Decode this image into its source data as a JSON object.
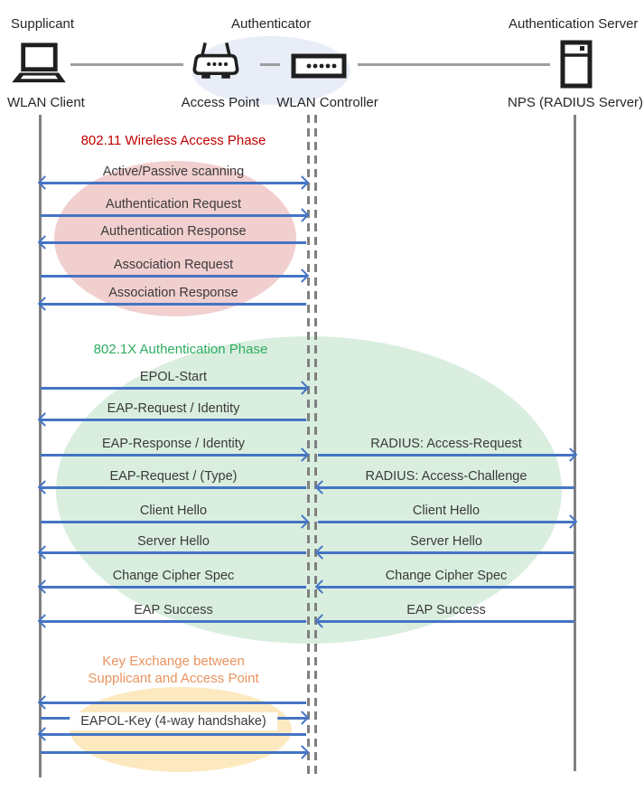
{
  "actors": {
    "supplicant_role": "Supplicant",
    "supplicant_name": "WLAN Client",
    "authenticator_role": "Authenticator",
    "access_point_name": "Access Point",
    "wlan_controller_name": "WLAN Controller",
    "server_role": "Authentication Server",
    "server_name": "NPS (RADIUS Server)"
  },
  "phases": {
    "wireless_access": {
      "title": "802.11 Wireless Access Phase",
      "color": "#C00000",
      "ellipse_color": "#F2CFCF"
    },
    "dot1x_auth": {
      "title": "802.1X Authentication Phase",
      "color": "#2EAD60",
      "ellipse_color": "#D9EEDF"
    },
    "key_exchange": {
      "title": "Key Exchange between\nSupplicant and Access Point",
      "color": "#E8935F",
      "ellipse_color": "#FCE9C0"
    }
  },
  "left_messages": [
    {
      "label": "Active/Passive scanning",
      "direction": "both"
    },
    {
      "label": "Authentication Request",
      "direction": "right"
    },
    {
      "label": "Authentication Response",
      "direction": "left"
    },
    {
      "label": "Association Request",
      "direction": "right"
    },
    {
      "label": "Association Response",
      "direction": "left"
    },
    {
      "label": "EPOL-Start",
      "direction": "right"
    },
    {
      "label": "EAP-Request / Identity",
      "direction": "left"
    },
    {
      "label": "EAP-Response / Identity",
      "direction": "right"
    },
    {
      "label": "EAP-Request / (Type)",
      "direction": "left"
    },
    {
      "label": "Client Hello",
      "direction": "right"
    },
    {
      "label": "Server Hello",
      "direction": "left"
    },
    {
      "label": "Change Cipher Spec",
      "direction": "left"
    },
    {
      "label": "EAP Success",
      "direction": "left"
    },
    {
      "label": "",
      "direction": "left"
    },
    {
      "label": "",
      "direction": "right"
    },
    {
      "label": "EAPOL-Key (4-way handshake)",
      "direction": "left"
    },
    {
      "label": "",
      "direction": "right"
    }
  ],
  "right_messages": [
    {
      "label": "RADIUS: Access-Request",
      "direction": "right"
    },
    {
      "label": "RADIUS: Access-Challenge",
      "direction": "left"
    },
    {
      "label": "Client Hello",
      "direction": "right"
    },
    {
      "label": "Server Hello",
      "direction": "left"
    },
    {
      "label": "Change Cipher Spec",
      "direction": "left"
    },
    {
      "label": "EAP Success",
      "direction": "left"
    }
  ],
  "colors": {
    "arrow": "#4574C4",
    "lifeline": "#808080",
    "authenticator_ellipse": "#E9EDF7"
  }
}
